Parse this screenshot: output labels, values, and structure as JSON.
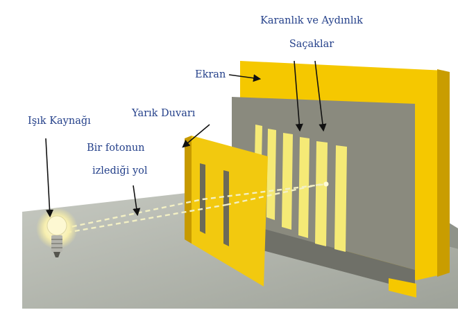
{
  "labels": {
    "fringes_line1": "Karanlık ve Aydınlık",
    "fringes_line2": "Saçaklar",
    "screen": "Ekran",
    "slit_wall": "Yarık Duvarı",
    "light_source": "Işık Kaynağı",
    "photon_path_line1": "Bir fotonun",
    "photon_path_line2": "izlediği yol"
  },
  "colors": {
    "slit_wall_yellow": "#f2c90f",
    "screen_yellow": "#f5c800",
    "screen_grey": "#8a8a7e",
    "fringe_yellow": "#f5ea76",
    "floor": "#a9ada5",
    "label_blue": "#24408a"
  },
  "icons": {
    "bulb": "light-bulb-icon"
  }
}
